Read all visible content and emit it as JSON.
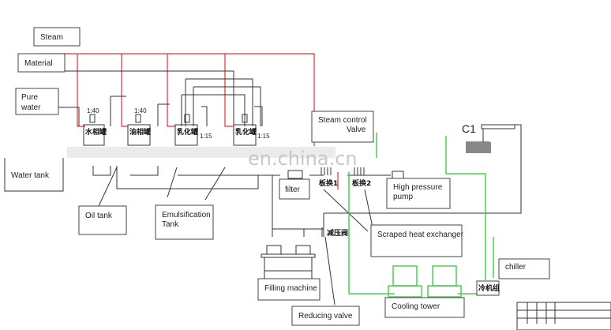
{
  "labels": {
    "steam": "Steam",
    "material": "Material",
    "pure_water_1": "Pure",
    "pure_water_2": "water",
    "water_tank": "Water tank",
    "oil_tank": "Oil tank",
    "emulsification_1": "Emulsification",
    "emulsification_2": "Tank",
    "filter": "filter",
    "steam_valve_1": "Steam control",
    "steam_valve_2": "Valve",
    "hp_pump_1": "High pressure",
    "hp_pump_2": "pump",
    "scraped_hx": "Scraped heat exchanger",
    "filling_machine": "Filling machine",
    "reducing_valve": "Reducing valve",
    "cooling_tower": "Cooling tower",
    "chiller": "chiller",
    "c1": "C1"
  },
  "tanks": [
    {
      "cn": "水相罐",
      "ratio": "1:40"
    },
    {
      "cn": "油相罐",
      "ratio": "1:40"
    },
    {
      "cn": "乳化罐",
      "ratio": "1:15"
    },
    {
      "cn": "乳化罐",
      "ratio": "1:15"
    }
  ],
  "equipment_cn": {
    "plate_hx_1": "板换1",
    "plate_hx_2": "板换2",
    "reducing_valve": "减压阀",
    "chiller_unit": "冷机组"
  },
  "watermark": "en.china.cn",
  "colors": {
    "steam_line": "#d9343f",
    "cooling_line": "#4fcf4f",
    "process_line": "#333333"
  }
}
